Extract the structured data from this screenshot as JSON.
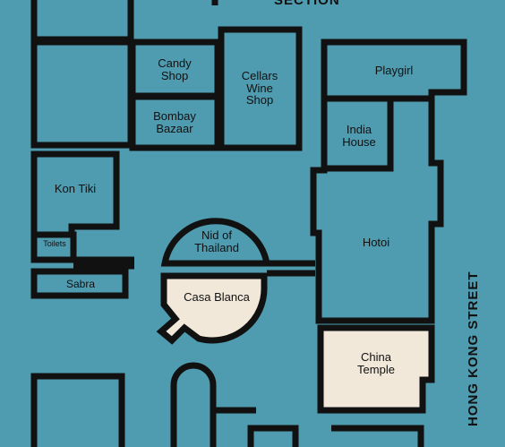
{
  "map": {
    "section_label": "SECTION",
    "street_label": "HONG KONG STREET",
    "colors": {
      "background": "#4f9bb0",
      "outline": "#111111",
      "highlight": "#f1e8da"
    },
    "shops": {
      "candy_shop": "Candy\nShop",
      "bombay_bazaar": "Bombay\nBazaar",
      "cellars_wine_shop": "Cellars\nWine\nShop",
      "playgirl": "Playgirl",
      "india_house": "India\nHouse",
      "kon_tiki": "Kon Tiki",
      "toilets": "Toilets",
      "sabra": "Sabra",
      "nid_of_thailand": "Nid of\nThailand",
      "casa_blanca": "Casa Blanca",
      "hotoi": "Hotoi",
      "china_temple": "China\nTemple"
    }
  }
}
